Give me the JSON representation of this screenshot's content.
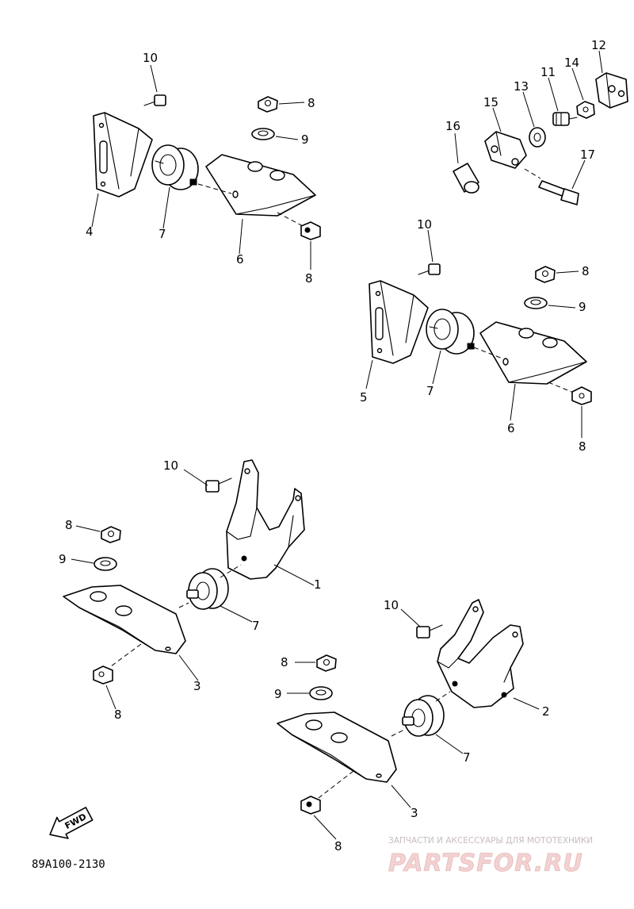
{
  "diagram": {
    "drawing_code": "89A100-2130",
    "fwd_label": "FWD",
    "callouts": [
      {
        "id": "c10a",
        "text": "10"
      },
      {
        "id": "c8a",
        "text": "8"
      },
      {
        "id": "c9a",
        "text": "9"
      },
      {
        "id": "c4",
        "text": "4"
      },
      {
        "id": "c7a",
        "text": "7"
      },
      {
        "id": "c6a",
        "text": "6"
      },
      {
        "id": "c8b",
        "text": "8"
      },
      {
        "id": "c12",
        "text": "12"
      },
      {
        "id": "c11",
        "text": "11"
      },
      {
        "id": "c14",
        "text": "14"
      },
      {
        "id": "c13",
        "text": "13"
      },
      {
        "id": "c15",
        "text": "15"
      },
      {
        "id": "c16",
        "text": "16"
      },
      {
        "id": "c17",
        "text": "17"
      },
      {
        "id": "c10b",
        "text": "10"
      },
      {
        "id": "c8c",
        "text": "8"
      },
      {
        "id": "c9b",
        "text": "9"
      },
      {
        "id": "c5",
        "text": "5"
      },
      {
        "id": "c7b",
        "text": "7"
      },
      {
        "id": "c6b",
        "text": "6"
      },
      {
        "id": "c8d",
        "text": "8"
      },
      {
        "id": "c10c",
        "text": "10"
      },
      {
        "id": "c8e",
        "text": "8"
      },
      {
        "id": "c9c",
        "text": "9"
      },
      {
        "id": "c1",
        "text": "1"
      },
      {
        "id": "c7c",
        "text": "7"
      },
      {
        "id": "c3a",
        "text": "3"
      },
      {
        "id": "c8f",
        "text": "8"
      },
      {
        "id": "c10d",
        "text": "10"
      },
      {
        "id": "c8g",
        "text": "8"
      },
      {
        "id": "c9d",
        "text": "9"
      },
      {
        "id": "c2",
        "text": "2"
      },
      {
        "id": "c7d",
        "text": "7"
      },
      {
        "id": "c3b",
        "text": "3"
      },
      {
        "id": "c8h",
        "text": "8"
      }
    ]
  },
  "watermark": {
    "tagline": "ЗАПЧАСТИ И АКСЕССУАРЫ ДЛЯ МОТОТЕХНИКИ",
    "brand": "PARTSFOR.RU"
  }
}
